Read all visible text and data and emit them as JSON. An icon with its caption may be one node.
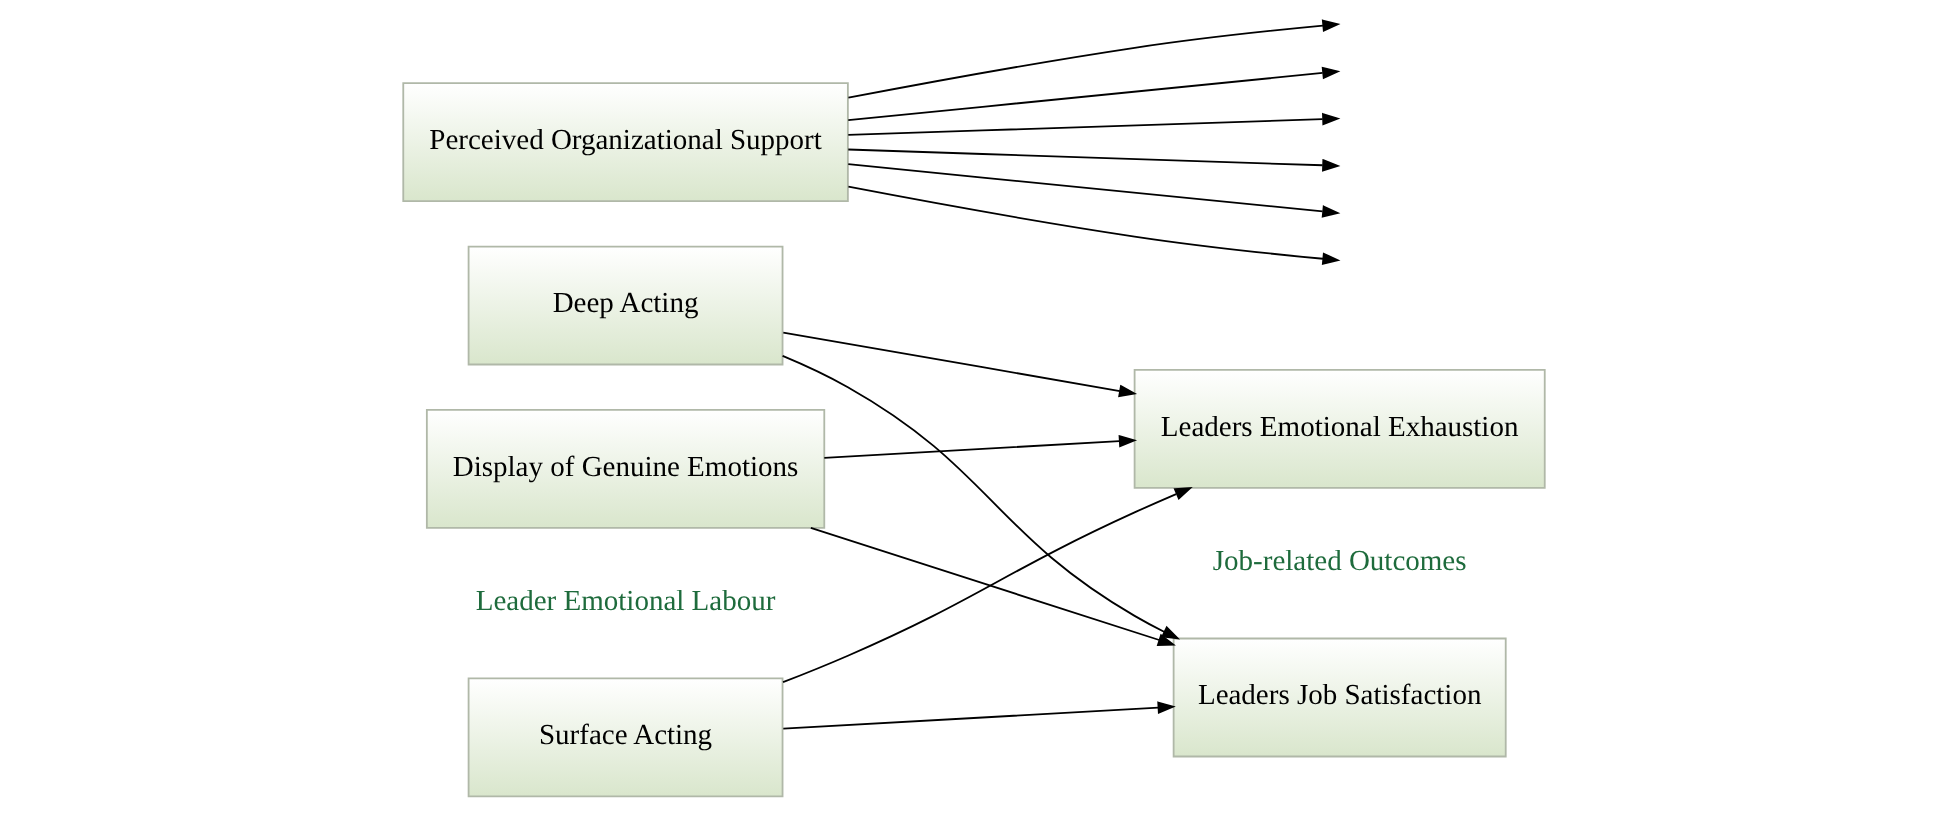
{
  "diagram": {
    "nodes": [
      {
        "text": [
          "Surface Acting"
        ]
      },
      {
        "text": [
          "Deep Acting"
        ]
      },
      {
        "text": [
          "Display of Genuine Emotions"
        ]
      },
      {
        "text": [
          "Leaders Job Satisfaction"
        ]
      },
      {
        "text": [
          "Leaders Emotional Exhaustion"
        ]
      },
      {
        "text": [
          "Perceived Organizational Support"
        ]
      }
    ],
    "edges": [
      {
        "from": 0,
        "to": 3,
        "arrow": "to"
      },
      {
        "from": 0,
        "to": 4,
        "arrow": "to"
      },
      {
        "from": 1,
        "to": 3,
        "arrow": "to"
      },
      {
        "from": 1,
        "to": 4,
        "arrow": "to"
      },
      {
        "from": 2,
        "to": 3,
        "arrow": "to"
      },
      {
        "from": 2,
        "to": 4,
        "arrow": "to"
      },
      {
        "from": 5,
        "to": null,
        "arrow": "to"
      },
      {
        "from": 5,
        "to": null,
        "arrow": "to"
      },
      {
        "from": 5,
        "to": null,
        "arrow": "to"
      },
      {
        "from": 5,
        "to": null,
        "arrow": "to"
      },
      {
        "from": 5,
        "to": null,
        "arrow": "to"
      },
      {
        "from": 5,
        "to": null,
        "arrow": "to"
      }
    ],
    "labels": [
      "Leader Emotional Labour",
      "Job-related Outcomes"
    ]
  }
}
